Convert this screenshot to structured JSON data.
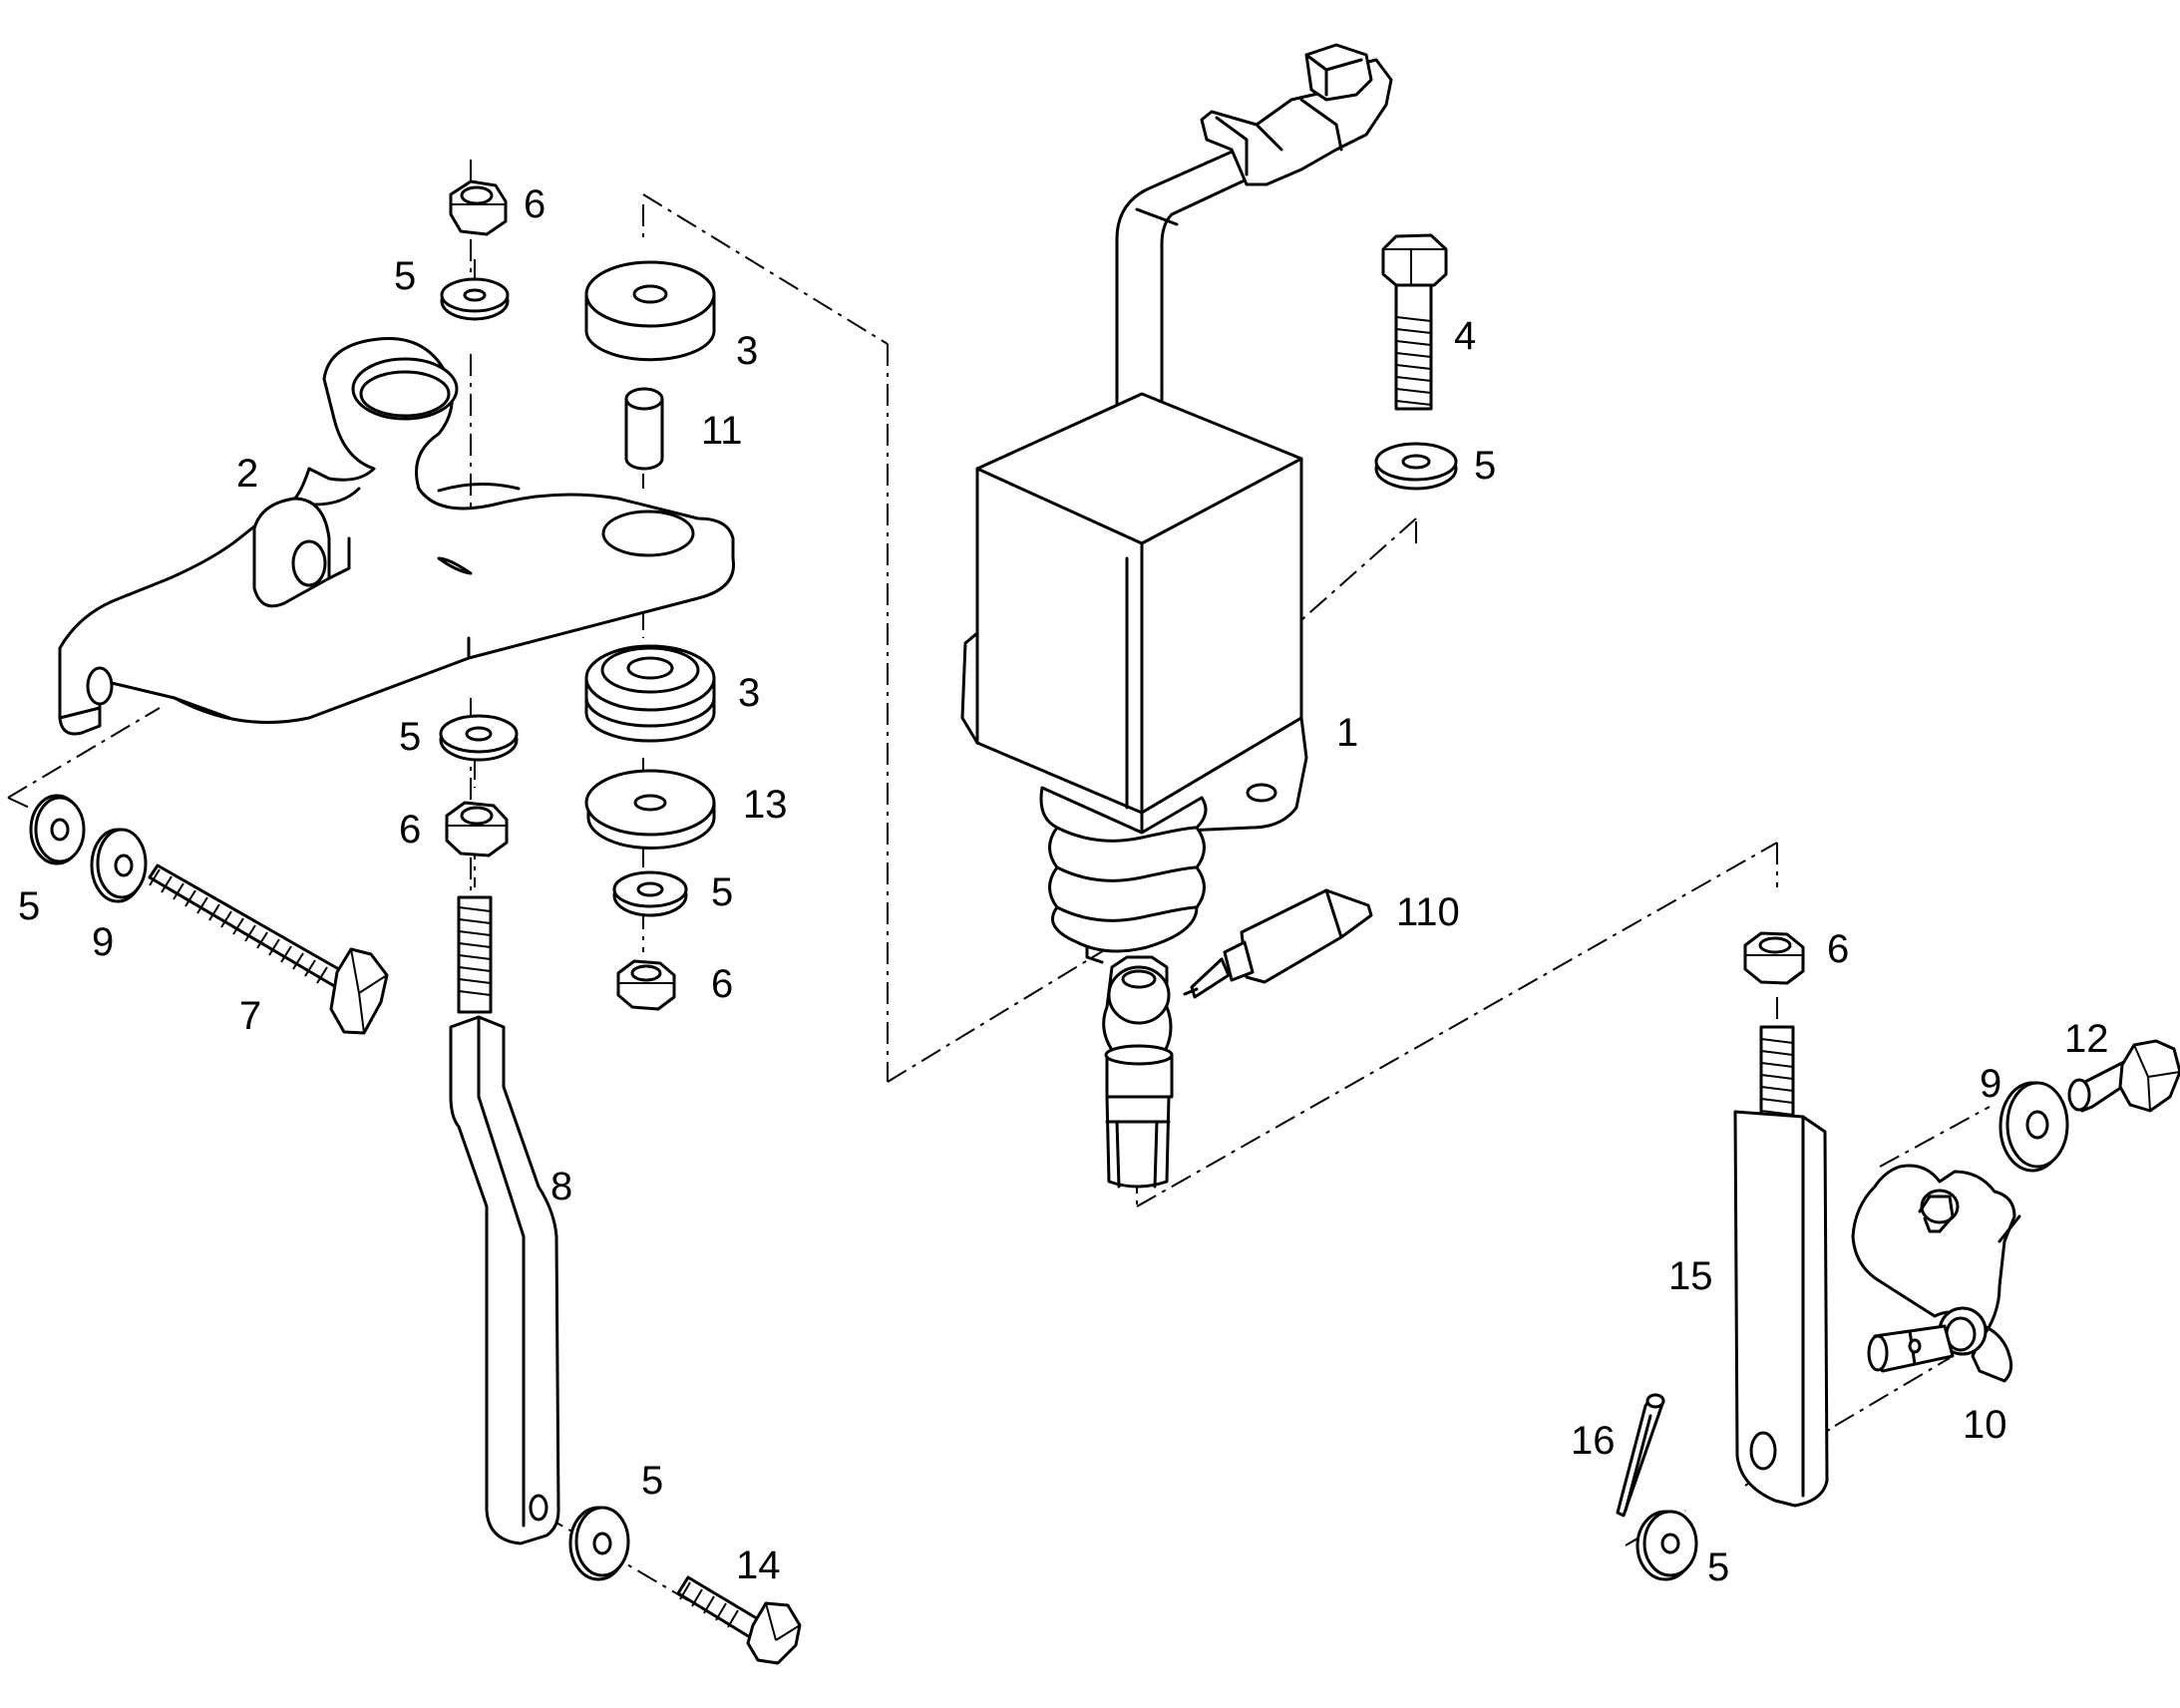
{
  "diagram": {
    "callouts": [
      {
        "id": "c-6a",
        "label": "6"
      },
      {
        "id": "c-5a",
        "label": "5"
      },
      {
        "id": "c-3a",
        "label": "3"
      },
      {
        "id": "c-11",
        "label": "11"
      },
      {
        "id": "c-2",
        "label": "2"
      },
      {
        "id": "c-3b",
        "label": "3"
      },
      {
        "id": "c-5b",
        "label": "5"
      },
      {
        "id": "c-13",
        "label": "13"
      },
      {
        "id": "c-6b",
        "label": "6"
      },
      {
        "id": "c-5c",
        "label": "5"
      },
      {
        "id": "c-6c",
        "label": "6"
      },
      {
        "id": "c-5d",
        "label": "5"
      },
      {
        "id": "c-9a",
        "label": "9"
      },
      {
        "id": "c-7",
        "label": "7"
      },
      {
        "id": "c-8",
        "label": "8"
      },
      {
        "id": "c-5e",
        "label": "5"
      },
      {
        "id": "c-14",
        "label": "14"
      },
      {
        "id": "c-4",
        "label": "4"
      },
      {
        "id": "c-5f",
        "label": "5"
      },
      {
        "id": "c-1",
        "label": "1"
      },
      {
        "id": "c-110",
        "label": "110"
      },
      {
        "id": "c-6d",
        "label": "6"
      },
      {
        "id": "c-12",
        "label": "12"
      },
      {
        "id": "c-9b",
        "label": "9"
      },
      {
        "id": "c-15",
        "label": "15"
      },
      {
        "id": "c-10",
        "label": "10"
      },
      {
        "id": "c-16",
        "label": "16"
      },
      {
        "id": "c-5g",
        "label": "5"
      }
    ]
  }
}
